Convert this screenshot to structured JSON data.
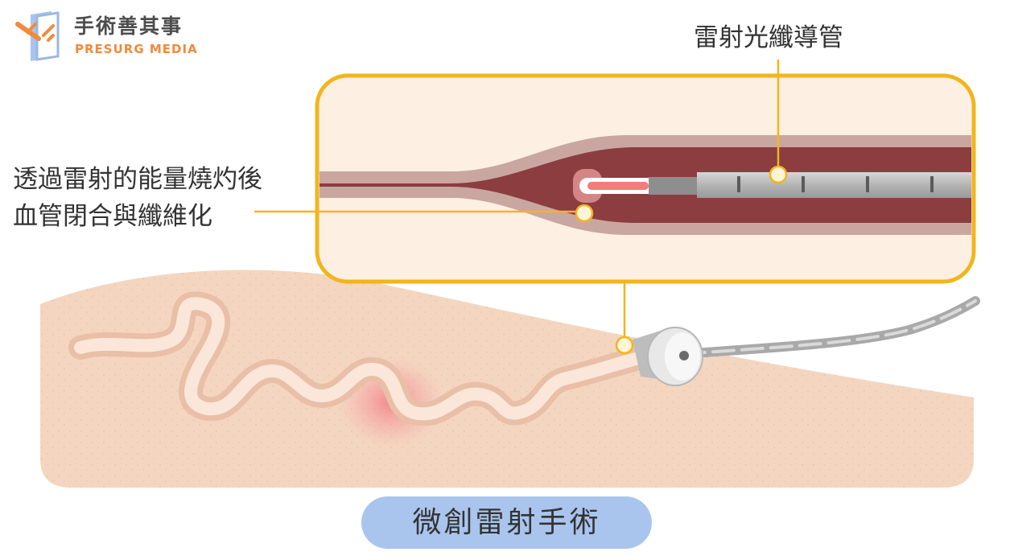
{
  "brand": {
    "name_cn": "手術善其事",
    "name_en": "PRESURG MEDIA"
  },
  "labels": {
    "catheter": "雷射光纖導管",
    "effect_line1": "透過雷射的能量燒灼後",
    "effect_line2": "血管閉合與纖維化"
  },
  "caption": "微創雷射手術",
  "colors": {
    "skin": "#f4d6c0",
    "vessel_wall": "#c9a7a0",
    "vessel_lumen": "#8b3d40",
    "zoom_frame": "#f2b51f",
    "zoom_bg": "#fdf0e2",
    "laser_glow": "#f4a5a5",
    "caption_bg": "#a9c5ee",
    "logo_orange": "#f08a3c",
    "leader_line": "#f2b51f"
  },
  "icons": [
    "logo-icon",
    "laser-tip-icon",
    "insertion-device-icon"
  ]
}
